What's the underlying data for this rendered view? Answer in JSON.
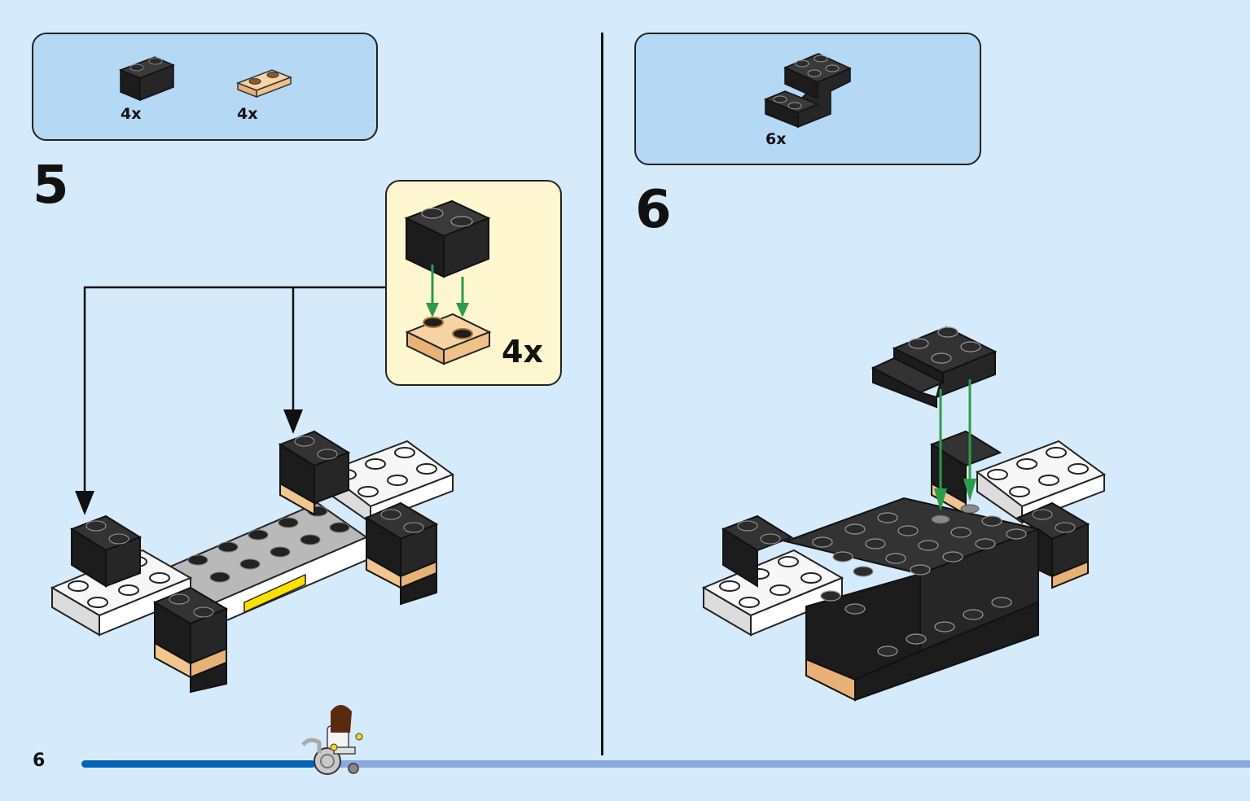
{
  "steps": [
    {
      "number": "5",
      "parts": [
        {
          "name": "black-brick-1x2",
          "qty": "4x",
          "color": "#1c1c1c"
        },
        {
          "name": "trans-orange-plate-1x2",
          "qty": "4x",
          "color": "#f2c68e"
        }
      ],
      "callout": {
        "qty": "4x"
      }
    },
    {
      "number": "6",
      "parts": [
        {
          "name": "black-bracket-1x2-2x2",
          "qty": "6x",
          "color": "#1c1c1c"
        }
      ]
    }
  ],
  "page": {
    "number": "6"
  },
  "progress": {
    "fraction": 0.2
  }
}
